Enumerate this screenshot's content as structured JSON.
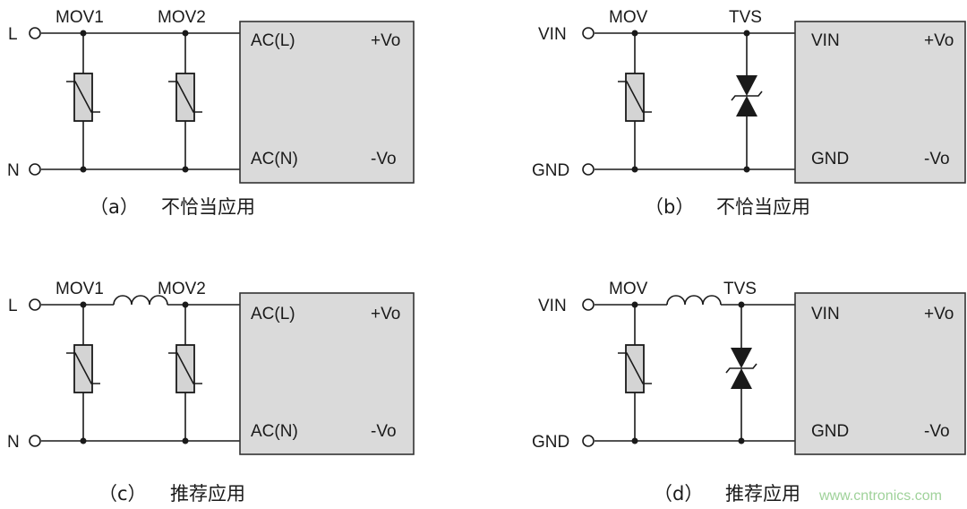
{
  "panels": {
    "a": {
      "input_labels": [
        "L",
        "N"
      ],
      "component_labels": [
        "MOV1",
        "MOV2"
      ],
      "box_left_labels": [
        "AC(L)",
        "AC(N)"
      ],
      "box_right_labels": [
        "+Vo",
        "-Vo"
      ],
      "caption_id": "（a）",
      "caption_text": "不恰当应用"
    },
    "b": {
      "input_labels": [
        "VIN",
        "GND"
      ],
      "component_labels": [
        "MOV",
        "TVS"
      ],
      "box_left_labels": [
        "VIN",
        "GND"
      ],
      "box_right_labels": [
        "+Vo",
        "-Vo"
      ],
      "caption_id": "（b）",
      "caption_text": "不恰当应用"
    },
    "c": {
      "input_labels": [
        "L",
        "N"
      ],
      "component_labels": [
        "MOV1",
        "MOV2"
      ],
      "box_left_labels": [
        "AC(L)",
        "AC(N)"
      ],
      "box_right_labels": [
        "+Vo",
        "-Vo"
      ],
      "caption_id": "（c）",
      "caption_text": "推荐应用"
    },
    "d": {
      "input_labels": [
        "VIN",
        "GND"
      ],
      "component_labels": [
        "MOV",
        "TVS"
      ],
      "box_left_labels": [
        "VIN",
        "GND"
      ],
      "box_right_labels": [
        "+Vo",
        "-Vo"
      ],
      "caption_id": "（d）",
      "caption_text": "推荐应用"
    }
  },
  "watermark": "www.cntronics.com",
  "colors": {
    "wire": "#1a1a1a",
    "module_fill": "#dadada",
    "varistor_fill": "#d4d4d4",
    "watermark": "#9fd29a"
  }
}
